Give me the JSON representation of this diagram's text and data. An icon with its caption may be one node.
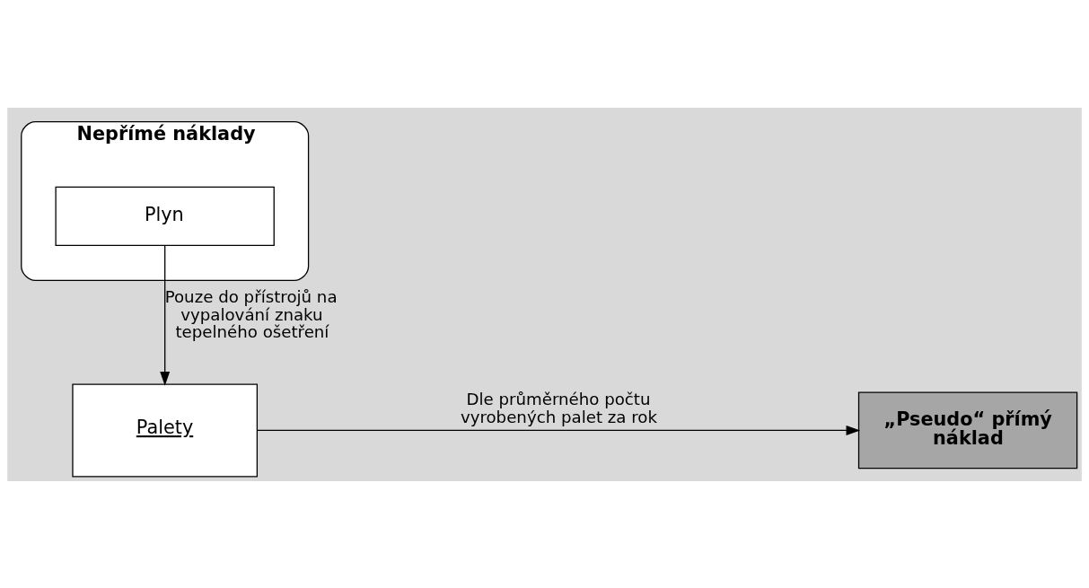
{
  "diagram": {
    "nodes": [
      {
        "text": [
          "Nepřímé náklady"
        ]
      },
      {
        "text": [
          "Plyn"
        ],
        "in": 0
      },
      {
        "text": [
          "Palety"
        ]
      },
      {
        "text": [
          "„Pseudo“ přímý náklad"
        ]
      }
    ],
    "edges": [
      {
        "from": 1,
        "to": 2,
        "arrow": "to",
        "label": "Pouze do přístrojů na vypalování znaku tepelného ošetření"
      },
      {
        "from": 2,
        "to": 3,
        "arrow": "to",
        "label": "Dle průměrného počtu vyrobených palet za rok"
      }
    ]
  }
}
